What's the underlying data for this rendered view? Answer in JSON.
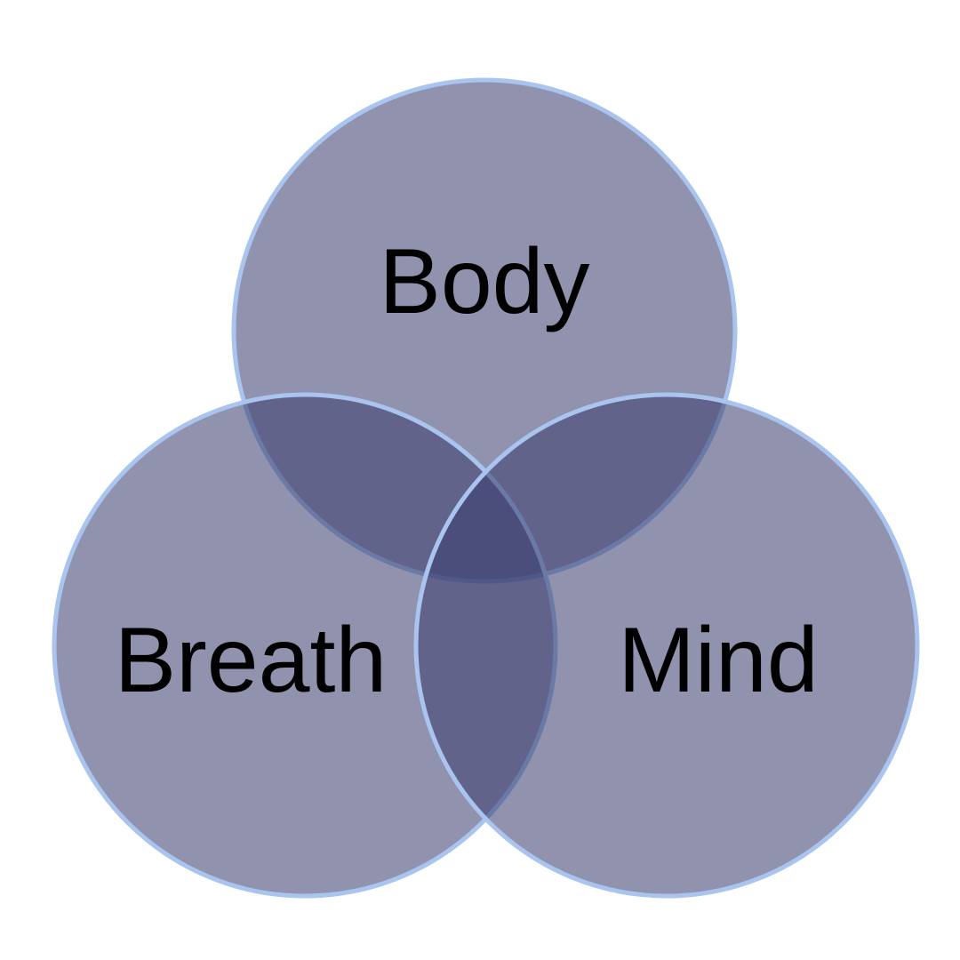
{
  "diagram": {
    "type": "venn",
    "circles": [
      {
        "id": "body",
        "label": "Body"
      },
      {
        "id": "breath",
        "label": "Breath"
      },
      {
        "id": "mind",
        "label": "Mind"
      }
    ],
    "colors": {
      "fill": "#3a3f6e",
      "stroke": "#a9c4ee",
      "background": "#ffffff",
      "text": "#000000"
    }
  }
}
